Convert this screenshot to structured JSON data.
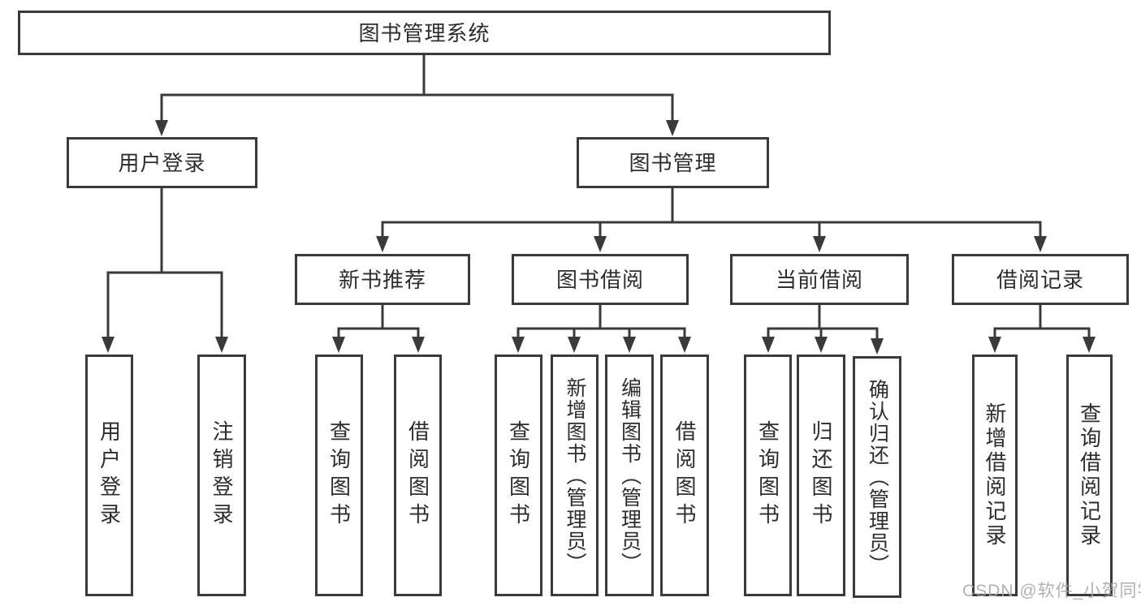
{
  "tree": {
    "label": "图书管理系统",
    "children": [
      {
        "label": "用户登录",
        "children": [
          {
            "label": "用户登录"
          },
          {
            "label": "注销登录"
          }
        ]
      },
      {
        "label": "图书管理",
        "children": [
          {
            "label": "新书推荐",
            "children": [
              {
                "label": "查询图书"
              },
              {
                "label": "借阅图书"
              }
            ]
          },
          {
            "label": "图书借阅",
            "children": [
              {
                "label": "查询图书"
              },
              {
                "label": "新增图书（管理员）"
              },
              {
                "label": "编辑图书（管理员）"
              },
              {
                "label": "借阅图书"
              }
            ]
          },
          {
            "label": "当前借阅",
            "children": [
              {
                "label": "查询图书"
              },
              {
                "label": "归还图书"
              },
              {
                "label": "确认归还（管理员）"
              }
            ]
          },
          {
            "label": "借阅记录",
            "children": [
              {
                "label": "新增借阅记录"
              },
              {
                "label": "查询借阅记录"
              }
            ]
          }
        ]
      }
    ]
  },
  "watermark": {
    "text": "CSDN @软件_小贺同学"
  },
  "colors": {
    "line": "#3a3a3a",
    "text": "#2d2d2d",
    "box_background": "#ffffff",
    "watermark": "#a5a5a5",
    "background": "#ffffff"
  }
}
